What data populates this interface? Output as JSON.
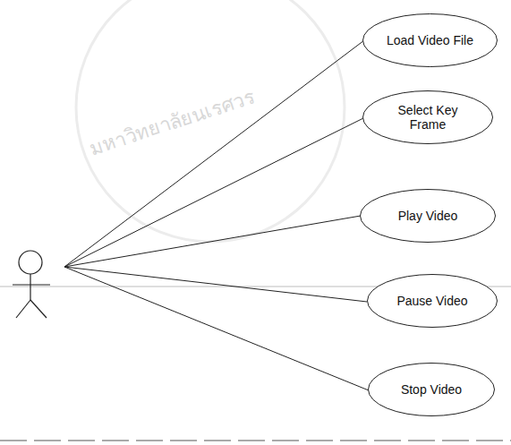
{
  "diagram": {
    "nodes": [
      {
        "text": [
          "Load Video File"
        ]
      },
      {
        "text": [
          "Select Key Frame"
        ]
      },
      {
        "text": [
          "Play Video"
        ]
      },
      {
        "text": [
          "Pause Video"
        ]
      },
      {
        "text": [
          "Stop Video"
        ]
      }
    ],
    "labels": [
      "มหาวิทยาลัยนเรศวร"
    ]
  }
}
